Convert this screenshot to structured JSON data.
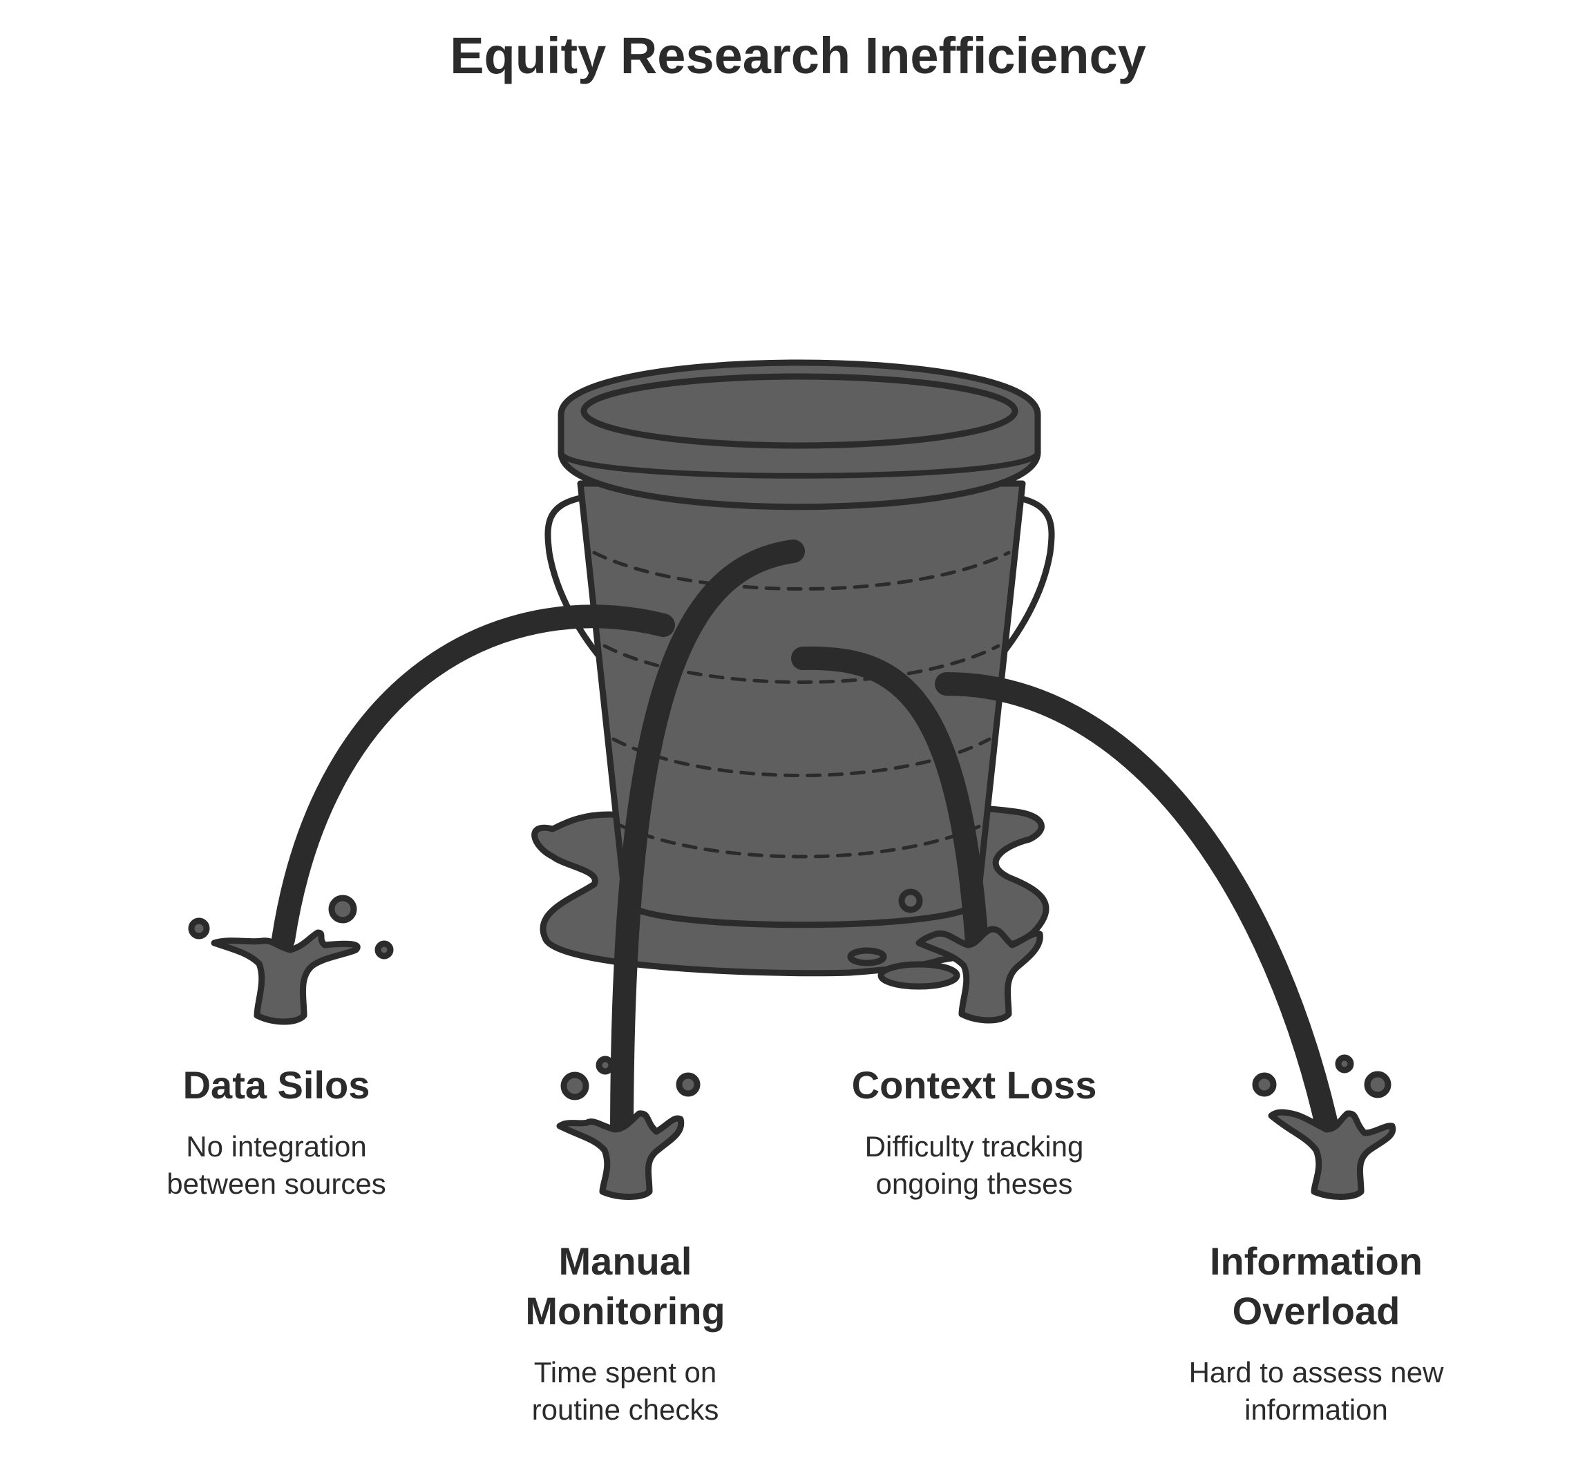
{
  "title": "Equity Research Inefficiency",
  "leaks": [
    {
      "heading": "Data Silos",
      "description": "No integration between sources"
    },
    {
      "heading": "Manual Monitoring",
      "description": "Time spent on routine checks"
    },
    {
      "heading": "Context Loss",
      "description": "Difficulty tracking ongoing theses"
    },
    {
      "heading": "Information Overload",
      "description": "Hard to assess new information"
    }
  ],
  "colors": {
    "fill": "#5f5f5f",
    "stroke": "#2b2b2b",
    "background": "#ffffff"
  }
}
